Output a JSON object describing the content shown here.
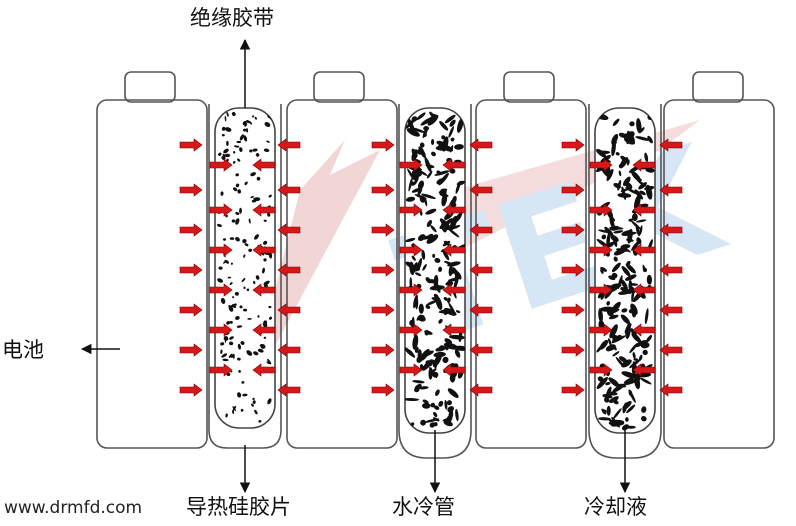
{
  "labels": {
    "insulation_tape": "绝缘胶带",
    "battery": "电池",
    "thermal_pad": "导热硅胶片",
    "cooling_pipe": "水冷管",
    "coolant": "冷却液",
    "website": "www.drmfd.com"
  },
  "watermark": {
    "text": "TEK",
    "colors": [
      "#e8a8a8",
      "#a8c8e8"
    ]
  },
  "colors": {
    "outline": "#555555",
    "battery_fill": "#ffffff",
    "arrow_red": "#d81818",
    "particle": "#111111",
    "leader_line": "#111111"
  },
  "icons": [
    "heat-flow-arrow",
    "coolant-particle"
  ]
}
